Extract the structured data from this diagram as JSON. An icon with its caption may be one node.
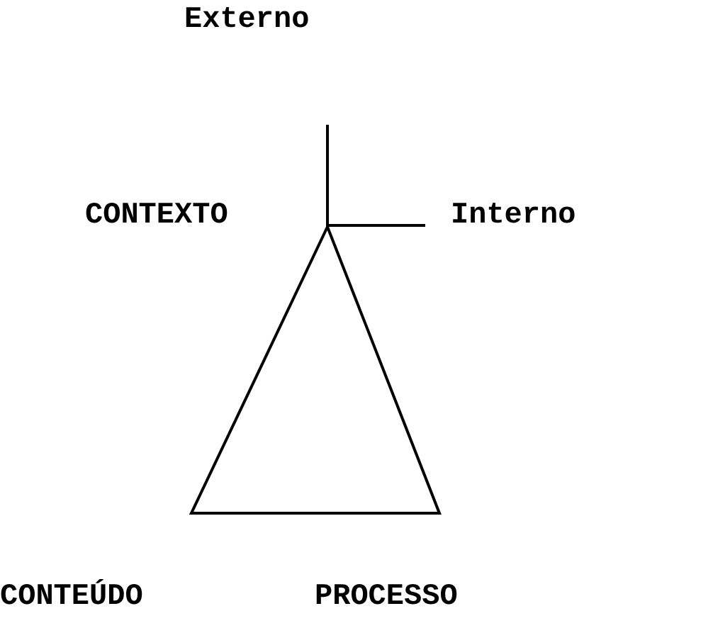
{
  "diagram": {
    "labels": [
      "Externo",
      "CONTEXTO",
      "Interno",
      "CONTEÚDO",
      "PROCESSO"
    ]
  }
}
